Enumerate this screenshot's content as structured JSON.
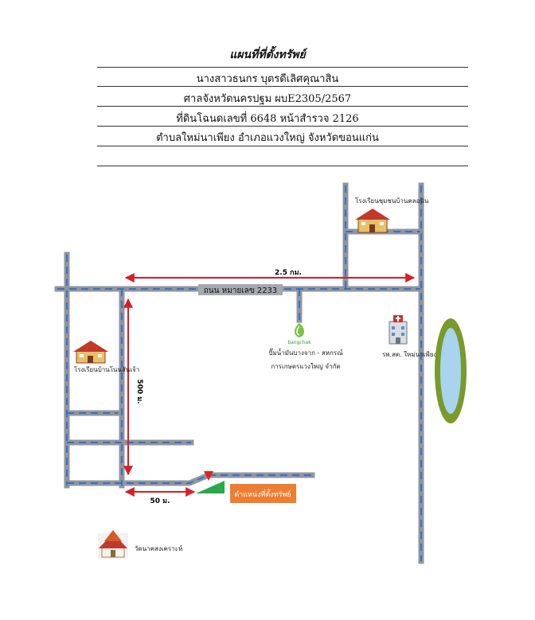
{
  "header": {
    "title": "แผนที่ที่ตั้งทรัพย์",
    "lines": [
      "นางสาวธนกร บุตรดีเลิศคุณาสิน",
      "ศาลจังหวัดนครปฐม ผบE2305/2567",
      "ที่ดินโฉนดเลขที่ 6648 หน้าสำรวจ 2126",
      "ตำบลใหม่นาเพียง อำเภอแวงใหญ่ จังหวัดขอนแก่น"
    ]
  },
  "map": {
    "road_label": "ถนน หมายเลข 2233",
    "dist_top": "2.5 กม.",
    "dist_vertical": "500 ม.",
    "dist_bottom": "50 ม.",
    "school_north": "โรงเรียนชุมชนบ้านคลอนัน",
    "school_west": "โรงเรียนบ้านโนนสันเจ้า",
    "gas_brand": "bangchak",
    "gas_line1": "ปั๊มน้ำมันบางจาก - สหกรณ์",
    "gas_line2": "การเกษตรแวงใหญ่ จำกัด",
    "hospital": "รพ.สต. ใหม่นาเพียง",
    "temple": "วัดนาคสงเคราะห์",
    "property_label": "ตำแหน่งที่ตั้งทรัพย์",
    "colors": {
      "road": "#8f969e",
      "road_dash": "#3f6fc2",
      "arrow": "#d81f26",
      "property_box": "#ef7d31",
      "property_triangle": "#2aa84a",
      "marker": "#e0241b",
      "pond_water": "#a8d4ee",
      "pond_edge": "#7a9a2c"
    }
  }
}
